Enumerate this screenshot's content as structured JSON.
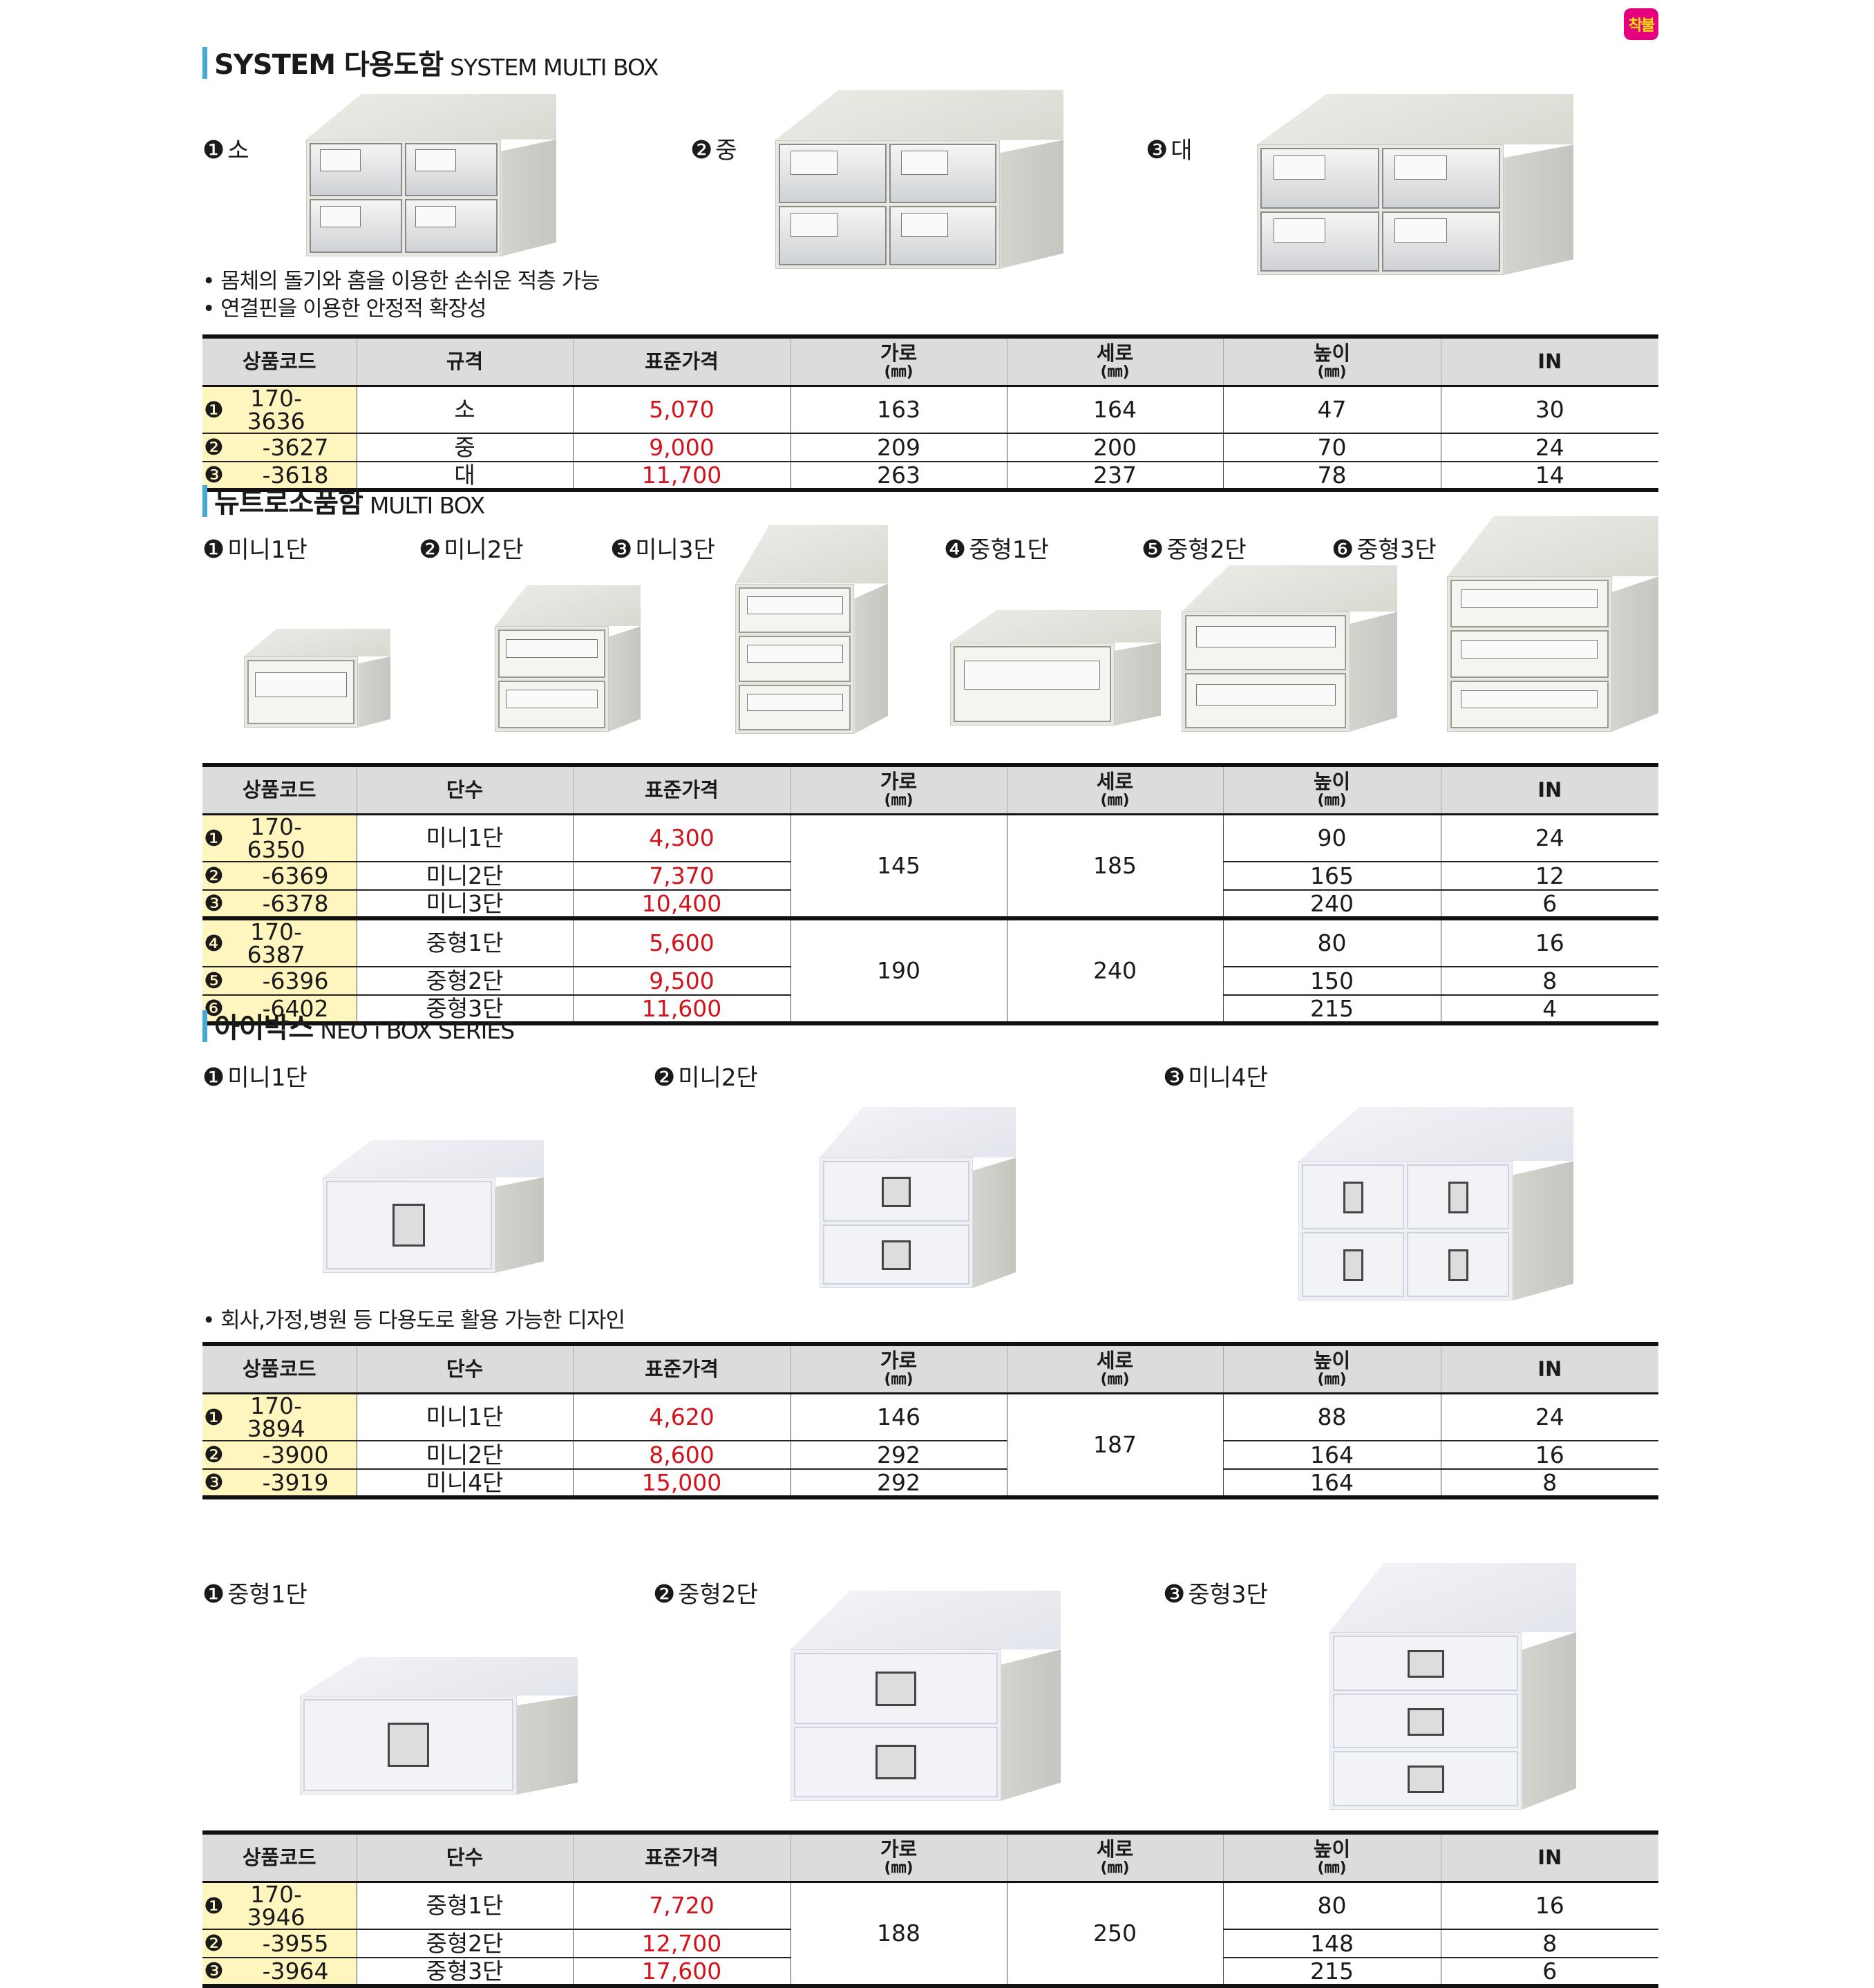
{
  "badge": "착불",
  "sections": [
    {
      "title_ko": "SYSTEM 다용도함",
      "title_en": "SYSTEM MULTI BOX",
      "products": [
        {
          "num": "❶",
          "label": "소"
        },
        {
          "num": "❷",
          "label": "중"
        },
        {
          "num": "❸",
          "label": "대"
        }
      ],
      "bullets": [
        "• 몸체의 돌기와 홈을 이용한 손쉬운 적층 가능",
        "• 연결핀을 이용한 안정적 확장성"
      ],
      "headers": [
        "상품코드",
        "규격",
        "표준가격",
        "가로",
        "세로",
        "높이",
        "IN"
      ],
      "rows": [
        {
          "num": "❶",
          "code": "170-3636",
          "spec": "소",
          "price": "5,070",
          "w": "163",
          "d": "164",
          "h": "47",
          "in": "30"
        },
        {
          "num": "❷",
          "code": "-3627",
          "spec": "중",
          "price": "9,000",
          "w": "209",
          "d": "200",
          "h": "70",
          "in": "24"
        },
        {
          "num": "❸",
          "code": "-3618",
          "spec": "대",
          "price": "11,700",
          "w": "263",
          "d": "237",
          "h": "78",
          "in": "14"
        }
      ]
    },
    {
      "title_ko": "뉴트로소품함",
      "title_en": "MULTI BOX",
      "products": [
        {
          "num": "❶",
          "label": "미니1단"
        },
        {
          "num": "❷",
          "label": "미니2단"
        },
        {
          "num": "❸",
          "label": "미니3단"
        },
        {
          "num": "❹",
          "label": "중형1단"
        },
        {
          "num": "❺",
          "label": "중형2단"
        },
        {
          "num": "❻",
          "label": "중형3단"
        }
      ],
      "headers": [
        "상품코드",
        "단수",
        "표준가격",
        "가로",
        "세로",
        "높이",
        "IN"
      ],
      "rows": [
        {
          "num": "❶",
          "code": "170-6350",
          "spec": "미니1단",
          "price": "4,300",
          "w": "145",
          "d": "185",
          "h": "90",
          "in": "24"
        },
        {
          "num": "❷",
          "code": "-6369",
          "spec": "미니2단",
          "price": "7,370",
          "w": null,
          "d": null,
          "h": "165",
          "in": "12"
        },
        {
          "num": "❸",
          "code": "-6378",
          "spec": "미니3단",
          "price": "10,400",
          "w": null,
          "d": null,
          "h": "240",
          "in": "6"
        },
        {
          "num": "❹",
          "code": "170-6387",
          "spec": "중형1단",
          "price": "5,600",
          "w": "190",
          "d": "240",
          "h": "80",
          "in": "16"
        },
        {
          "num": "❺",
          "code": "-6396",
          "spec": "중형2단",
          "price": "9,500",
          "w": null,
          "d": null,
          "h": "150",
          "in": "8"
        },
        {
          "num": "❻",
          "code": "-6402",
          "spec": "중형3단",
          "price": "11,600",
          "w": null,
          "d": null,
          "h": "215",
          "in": "4"
        }
      ]
    },
    {
      "title_ko": "아이박스",
      "title_en": "NEO i BOX SERIES",
      "products": [
        {
          "num": "❶",
          "label": "미니1단"
        },
        {
          "num": "❷",
          "label": "미니2단"
        },
        {
          "num": "❸",
          "label": "미니4단"
        }
      ],
      "bullets": [
        "• 회사,가정,병원 등 다용도로 활용 가능한 디자인"
      ],
      "headers": [
        "상품코드",
        "단수",
        "표준가격",
        "가로",
        "세로",
        "높이",
        "IN"
      ],
      "rows": [
        {
          "num": "❶",
          "code": "170-3894",
          "spec": "미니1단",
          "price": "4,620",
          "w": "146",
          "d": "187",
          "h": "88",
          "in": "24"
        },
        {
          "num": "❷",
          "code": "-3900",
          "spec": "미니2단",
          "price": "8,600",
          "w": "292",
          "d": null,
          "h": "164",
          "in": "16"
        },
        {
          "num": "❸",
          "code": "-3919",
          "spec": "미니4단",
          "price": "15,000",
          "w": "292",
          "d": null,
          "h": "164",
          "in": "8"
        }
      ]
    },
    {
      "products": [
        {
          "num": "❶",
          "label": "중형1단"
        },
        {
          "num": "❷",
          "label": "중형2단"
        },
        {
          "num": "❸",
          "label": "중형3단"
        }
      ],
      "headers": [
        "상품코드",
        "단수",
        "표준가격",
        "가로",
        "세로",
        "높이",
        "IN"
      ],
      "rows": [
        {
          "num": "❶",
          "code": "170-3946",
          "spec": "중형1단",
          "price": "7,720",
          "w": "188",
          "d": "250",
          "h": "80",
          "in": "16"
        },
        {
          "num": "❷",
          "code": "-3955",
          "spec": "중형2단",
          "price": "12,700",
          "w": null,
          "d": null,
          "h": "148",
          "in": "8"
        },
        {
          "num": "❸",
          "code": "-3964",
          "spec": "중형3단",
          "price": "17,600",
          "w": null,
          "d": null,
          "h": "215",
          "in": "6"
        }
      ]
    }
  ],
  "unit": "(㎜)"
}
